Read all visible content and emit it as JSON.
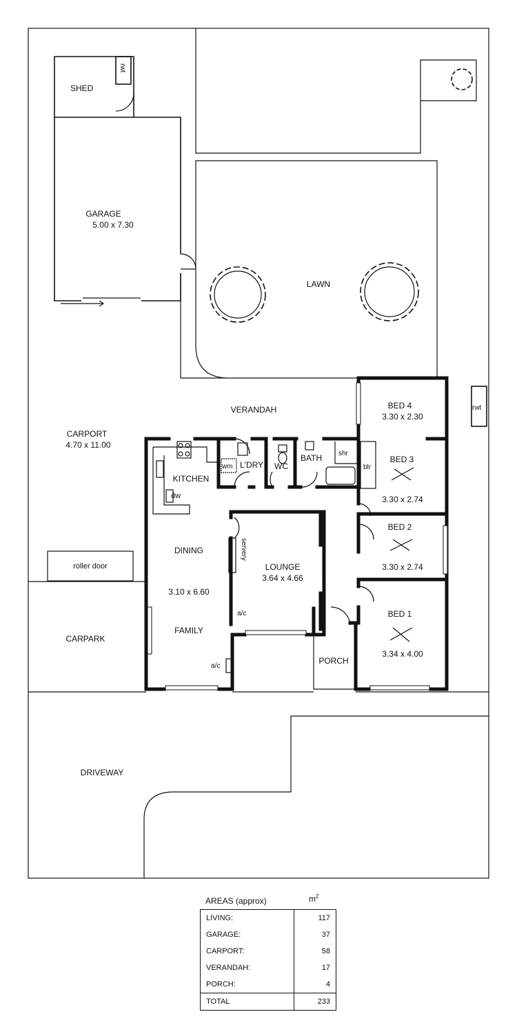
{
  "labels": {
    "shed": "SHED",
    "rwt": "rwt",
    "garage": "GARAGE",
    "garage_dim": "5.00 x 7.30",
    "lawn": "LAWN",
    "verandah": "VERANDAH",
    "carport": "CARPORT",
    "carport_dim": "4.70 x 11.00",
    "bed4": "BED 4",
    "bed4_dim": "3.30 x 2.30",
    "bed3": "BED 3",
    "bed3_dim": "3.30 x 2.74",
    "bed2": "BED 2",
    "bed2_dim": "3.30 x 2.74",
    "bed1": "BED 1",
    "bed1_dim": "3.34 x 4.00",
    "kitchen": "KITCHEN",
    "dw": "dw",
    "wm": "wm",
    "laundry": "L'DRY",
    "wc": "WC",
    "bath": "BATH",
    "shr": "shr",
    "blr": "blr",
    "dining": "DINING",
    "dining_dim": "3.10 x 6.60",
    "family": "FAMILY",
    "servery": "servery",
    "lounge": "LOUNGE",
    "lounge_dim": "3.64 x 4.66",
    "ac": "a/c",
    "porch": "PORCH",
    "roller_door": "roller door",
    "carpark": "CARPARK",
    "driveway": "DRIVEWAY"
  },
  "areas": {
    "title": "AREAS (approx)",
    "unit": "m",
    "unit_sup": "2",
    "rows": [
      {
        "name": "LIVING:",
        "value": "117"
      },
      {
        "name": "GARAGE:",
        "value": "37"
      },
      {
        "name": "CARPORT:",
        "value": "58"
      },
      {
        "name": "VERANDAH:",
        "value": "17"
      },
      {
        "name": "PORCH:",
        "value": "4"
      }
    ],
    "total": {
      "name": "TOTAL",
      "value": "233"
    }
  }
}
